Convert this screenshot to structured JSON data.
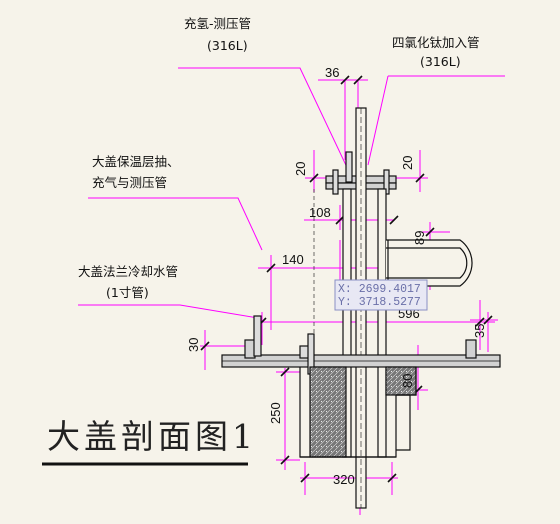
{
  "drawing": {
    "title": "大盖剖面图1",
    "labels": {
      "hydrogen_pipe": [
        "充氢-测压管",
        "(316L)"
      ],
      "ticl4_pipe": [
        "四氯化钛加入管",
        "(316L)"
      ],
      "insulation_pipe": [
        "大盖保温层抽、",
        "充气与测压管"
      ],
      "cooling_pipe": [
        "大盖法兰冷却水管",
        "(1寸管)"
      ]
    },
    "dimensions": {
      "d36": "36",
      "d20_left": "20",
      "d20_right": "20",
      "d108": "108",
      "d140": "140",
      "d89": "89",
      "d596": "596",
      "d35": "35",
      "d30": "30",
      "d80": "80",
      "d250": "250",
      "d320": "320"
    },
    "cursor_readout": {
      "x": "X: 2699.4017",
      "y": "Y: 3718.5277"
    },
    "colors": {
      "background": "#f6f3ea",
      "leader": "#ff00ff",
      "line": "#111111",
      "concrete": "#808080",
      "plate": "#d2d2d2"
    }
  }
}
